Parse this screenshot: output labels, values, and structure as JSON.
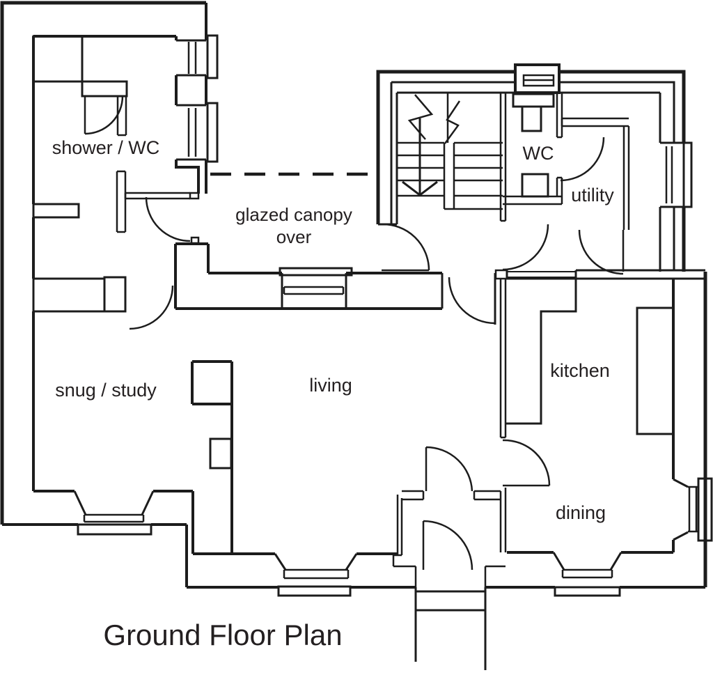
{
  "drawing": {
    "background_color": "#ffffff",
    "line_color": "#1c1c1c",
    "text_color": "#231f20"
  },
  "labels": {
    "shower_wc": "shower / WC",
    "canopy_line1": "glazed canopy",
    "canopy_line2": "over",
    "wc": "WC",
    "utility": "utility",
    "snug_study": "snug / study",
    "living": "living",
    "kitchen": "kitchen",
    "dining": "dining"
  },
  "title": "Ground Floor Plan"
}
